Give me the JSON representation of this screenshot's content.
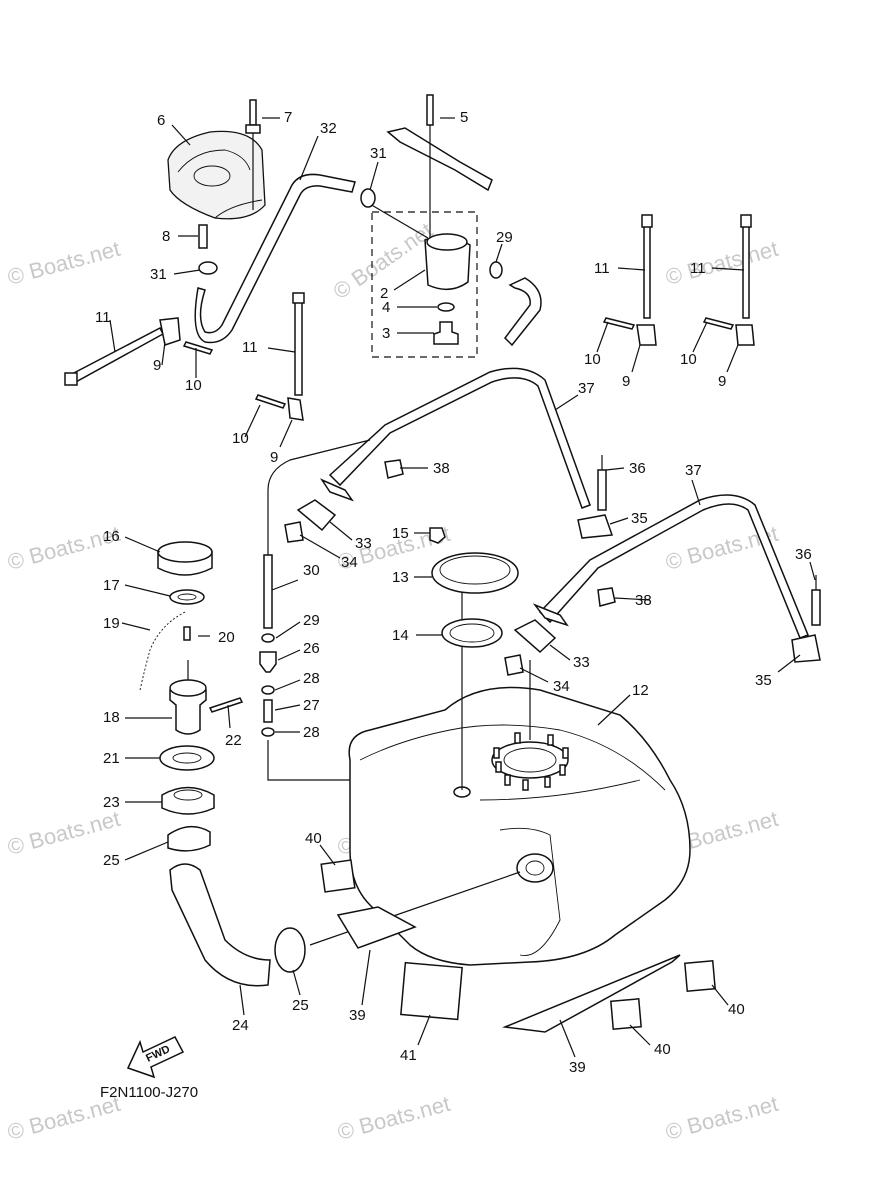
{
  "diagram_code": "F2N1100-J270",
  "fwd_label": "FWD",
  "watermark": "© Boats.net",
  "callouts": {
    "c2": "2",
    "c3": "3",
    "c4": "4",
    "c5": "5",
    "c6": "6",
    "c7": "7",
    "c8": "8",
    "c9a": "9",
    "c9b": "9",
    "c9c": "9",
    "c9d": "9",
    "c10a": "10",
    "c10b": "10",
    "c10c": "10",
    "c10d": "10",
    "c11a": "11",
    "c11b": "11",
    "c11c": "11",
    "c11d": "11",
    "c12": "12",
    "c13": "13",
    "c14": "14",
    "c15": "15",
    "c16": "16",
    "c17": "17",
    "c18": "18",
    "c19": "19",
    "c20": "20",
    "c21": "21",
    "c22": "22",
    "c23": "23",
    "c24": "24",
    "c25a": "25",
    "c25b": "25",
    "c26": "26",
    "c27": "27",
    "c28a": "28",
    "c28b": "28",
    "c29a": "29",
    "c29b": "29",
    "c30": "30",
    "c31a": "31",
    "c31b": "31",
    "c32": "32",
    "c33a": "33",
    "c33b": "33",
    "c34a": "34",
    "c34b": "34",
    "c35a": "35",
    "c35b": "35",
    "c36a": "36",
    "c36b": "36",
    "c37a": "37",
    "c37b": "37",
    "c38a": "38",
    "c38b": "38",
    "c39a": "39",
    "c39b": "39",
    "c40a": "40",
    "c40b": "40",
    "c40c": "40",
    "c41": "41"
  }
}
